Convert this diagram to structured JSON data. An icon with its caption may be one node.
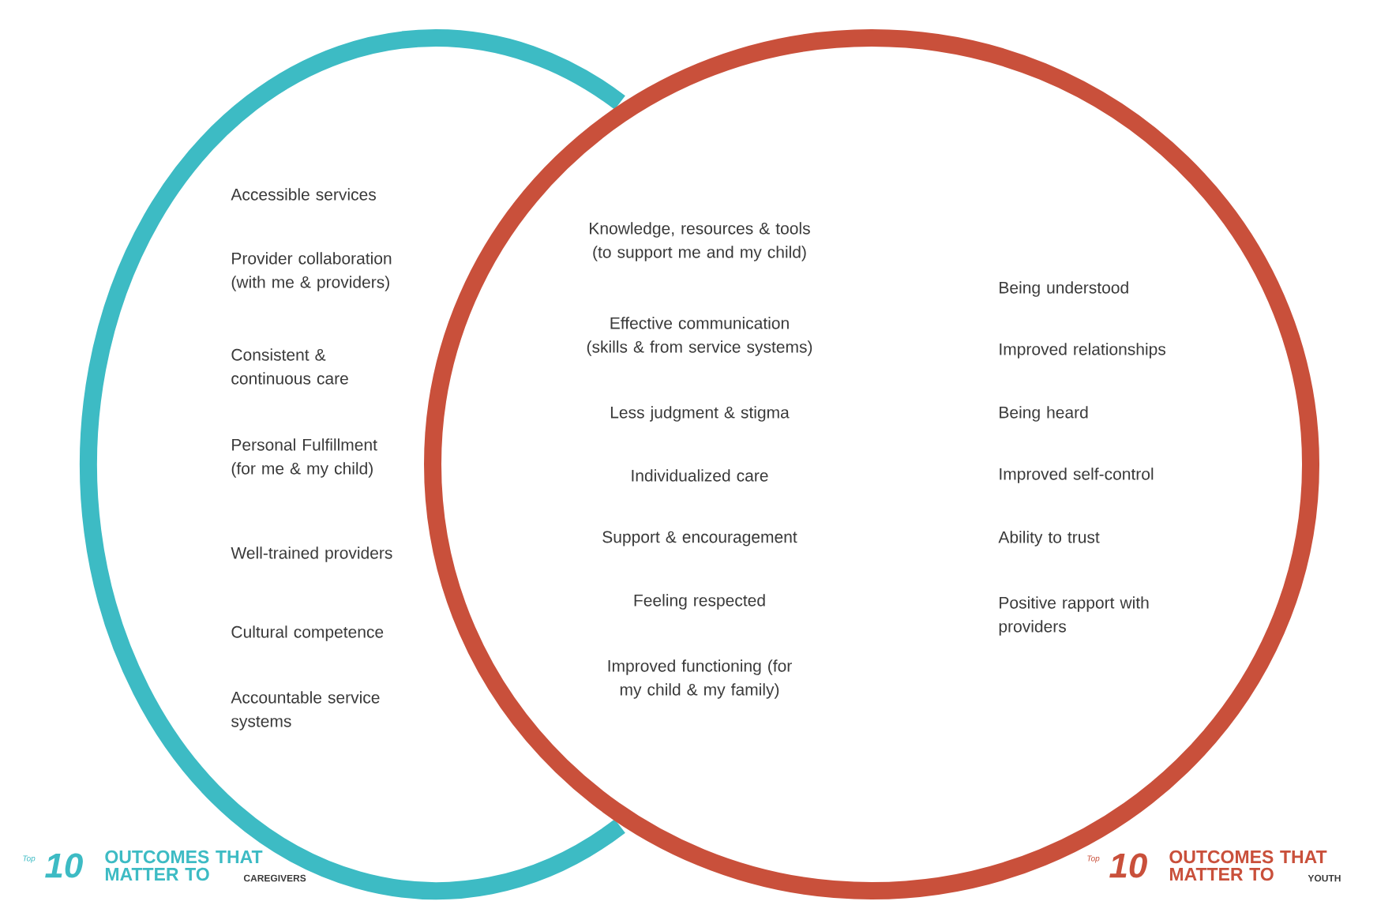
{
  "diagram": {
    "nodes": [
      {
        "text": [
          "Accessible services",
          "Provider collaboration (with me & providers)",
          "Consistent & continuous care",
          "Personal Fulfillment (for me & my child)",
          "Well-trained providers",
          "Cultural competence",
          "Accountable service systems"
        ]
      },
      {
        "text": [
          "Being understood",
          "Improved relationships",
          "Being heard",
          "Improved self-control",
          "Ability to trust",
          "Positive rapport with providers"
        ]
      }
    ],
    "labels": [
      "Knowledge, resources & tools (to support me and my child)",
      "Effective communication (skills & from service systems)",
      "Less judgment & stigma",
      "Individualized care",
      "Support & encouragement",
      "Feeling respected",
      "Improved functioning (for my child & my family)",
      "Top",
      "10",
      "OUTCOMES THAT MATTER TO",
      "CAREGIVERS",
      "Top",
      "10",
      "OUTCOMES THAT MATTER TO",
      "YOUTH"
    ]
  }
}
